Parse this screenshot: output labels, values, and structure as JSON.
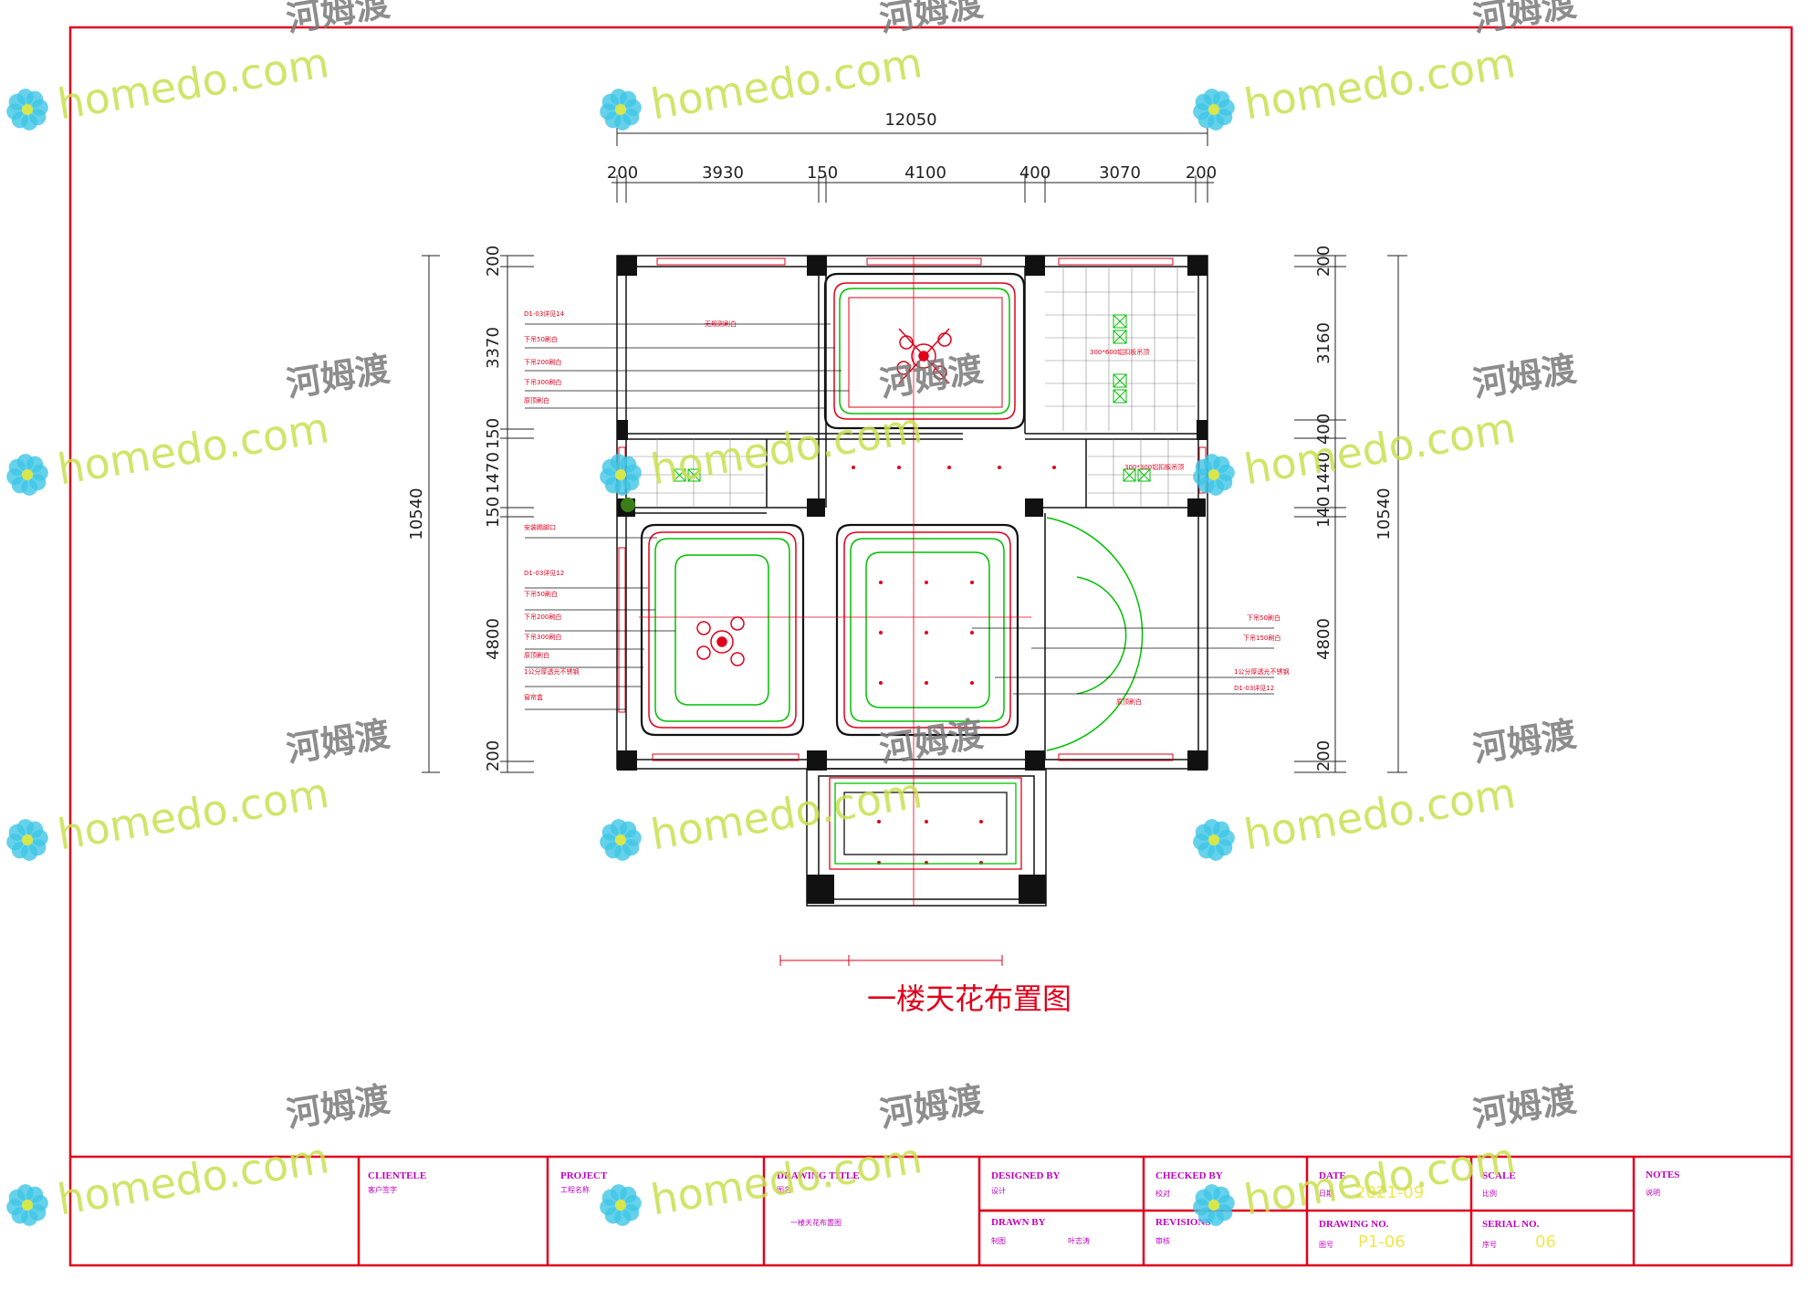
{
  "drawing": {
    "title": "一楼天花布置图",
    "overall_width": "12050",
    "top_segments": [
      "200",
      "3930",
      "150",
      "4100",
      "400",
      "3070",
      "200"
    ],
    "left_total": "10540",
    "left_segments": [
      "200",
      "3370",
      "150",
      "1470",
      "150",
      "4800",
      "200"
    ],
    "right_total": "10540",
    "right_segments": [
      "200",
      "3160",
      "400",
      "1440",
      "140",
      "4800",
      "200"
    ]
  },
  "callouts": {
    "top_left": [
      "D1-03详见14",
      "下吊50刷白",
      "下吊200刷白",
      "下吊300刷白",
      "原顶刷白"
    ],
    "upper_room": "无规则刷白",
    "upper_right_room": "300*600铝扣板吊顶",
    "small_right_room": "300*300铝扣板吊顶",
    "mid_left_first": "安装踢脚口",
    "lower_left": [
      "D1-03详见12",
      "下吊50刷白",
      "下吊200刷白",
      "下吊300刷白",
      "原顶刷白",
      "1公分厚透光不锈钢",
      "窗帘盒"
    ],
    "lower_right": [
      "下吊50刷白",
      "下吊150刷白",
      "1公分厚透光不锈钢",
      "D1-03详见12"
    ],
    "circle_room": "原顶刷白"
  },
  "title_block": {
    "clientele": {
      "label": "CLIENTELE",
      "sub": "客户签字"
    },
    "project": {
      "label": "PROJECT",
      "sub": "工程名称"
    },
    "drawing_title": {
      "label": "DRAWING TITLE",
      "sub": "图名",
      "value": "一楼天花布置图"
    },
    "designed_by": {
      "label": "DESIGNED BY",
      "sub": "设计"
    },
    "drawn_by": {
      "label": "DRAWN BY",
      "sub": "制图",
      "value": "叶志涛"
    },
    "checked_by": {
      "label": "CHECKED BY",
      "sub": "校对"
    },
    "revisions": {
      "label": "REVISIONS",
      "sub": "审核"
    },
    "date": {
      "label": "DATE",
      "sub": "日期",
      "value": "2021-09"
    },
    "drawing_no": {
      "label": "DRAWING NO.",
      "sub": "图号",
      "value": "P1-06"
    },
    "scale": {
      "label": "SCALE",
      "sub": "比例"
    },
    "serial_no": {
      "label": "SERIAL NO.",
      "sub": "序号",
      "value": "06"
    },
    "notes": {
      "label": "NOTES",
      "sub": "说明"
    }
  },
  "watermark": {
    "site": "homedo.com",
    "cjk": "河姆渡"
  },
  "colors": {
    "frame": "#e0001b",
    "wall": "#111111",
    "green": "#00c000",
    "label_red": "#e0001b",
    "title_magenta": "#c000c0",
    "watermark_green": "#c9e050",
    "watermark_blue": "#3ec6e6"
  }
}
